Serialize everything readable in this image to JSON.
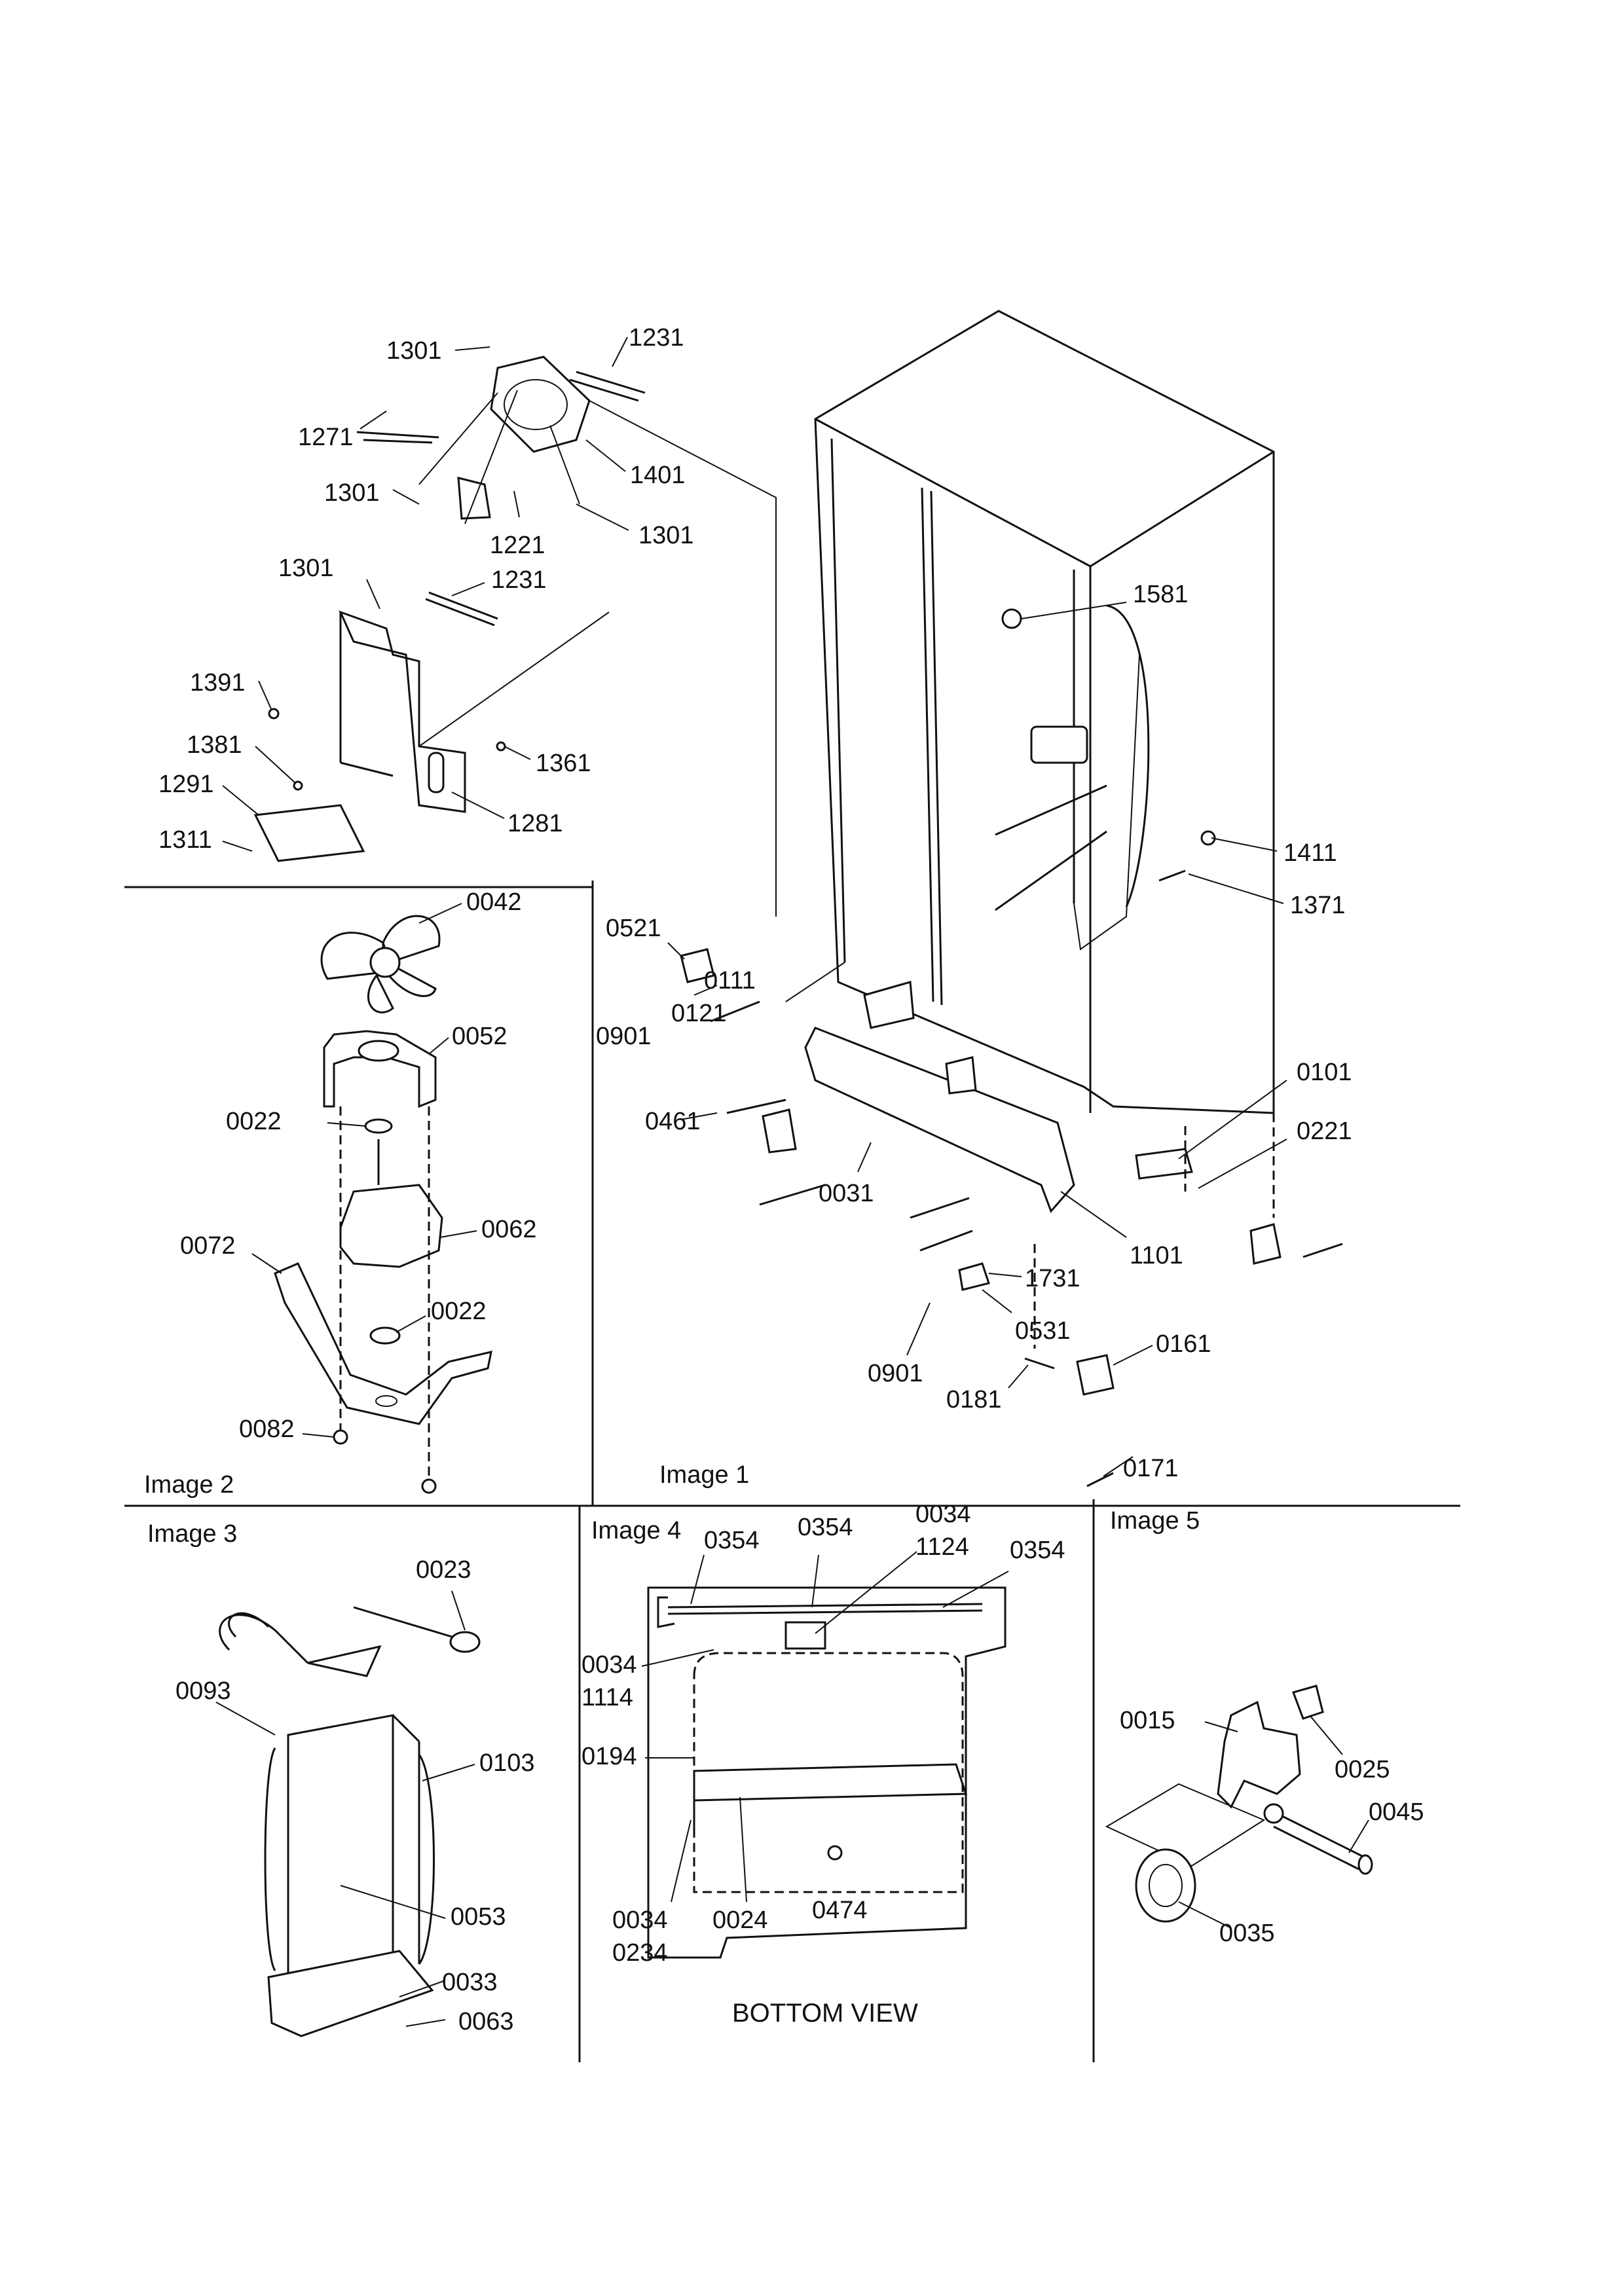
{
  "panels": {
    "image1": "Image 1",
    "image2": "Image 2",
    "image3": "Image 3",
    "image4": "Image 4",
    "image5": "Image 5"
  },
  "captions": {
    "bottom_view": "BOTTOM VIEW"
  },
  "callouts": {
    "top": {
      "c1301a": "1301",
      "c1231a": "1231",
      "c1271": "1271",
      "c1301b": "1301",
      "c1401": "1401",
      "c1221": "1221",
      "c1301c": "1301",
      "c1301d": "1301",
      "c1231b": "1231",
      "c1391": "1391",
      "c1381": "1381",
      "c1361": "1361",
      "c1291": "1291",
      "c1311": "1311",
      "c1281": "1281"
    },
    "image1": {
      "c1581": "1581",
      "c1411": "1411",
      "c1371": "1371",
      "c0521": "0521",
      "c0111": "0111",
      "c0121": "0121",
      "c0901a": "0901",
      "c0461": "0461",
      "c0101": "0101",
      "c0221": "0221",
      "c0031": "0031",
      "c1101": "1101",
      "c1731": "1731",
      "c0531": "0531",
      "c0901b": "0901",
      "c0161": "0161",
      "c0181": "0181",
      "c0171": "0171"
    },
    "image2": {
      "c0042": "0042",
      "c0052": "0052",
      "c0022a": "0022",
      "c0062": "0062",
      "c0072": "0072",
      "c0022b": "0022",
      "c0082": "0082"
    },
    "image3": {
      "c0023": "0023",
      "c0093": "0093",
      "c0103": "0103",
      "c0053": "0053",
      "c0033": "0033",
      "c0063": "0063"
    },
    "image4": {
      "c0354a": "0354",
      "c0354b": "0354",
      "c0034a": "0034",
      "c1124": "1124",
      "c0354c": "0354",
      "c0034b": "0034",
      "c1114": "1114",
      "c0194": "0194",
      "c0034c": "0034",
      "c0234": "0234",
      "c0024": "0024",
      "c0474": "0474"
    },
    "image5": {
      "c0015": "0015",
      "c0025": "0025",
      "c0045": "0045",
      "c0035": "0035"
    }
  }
}
